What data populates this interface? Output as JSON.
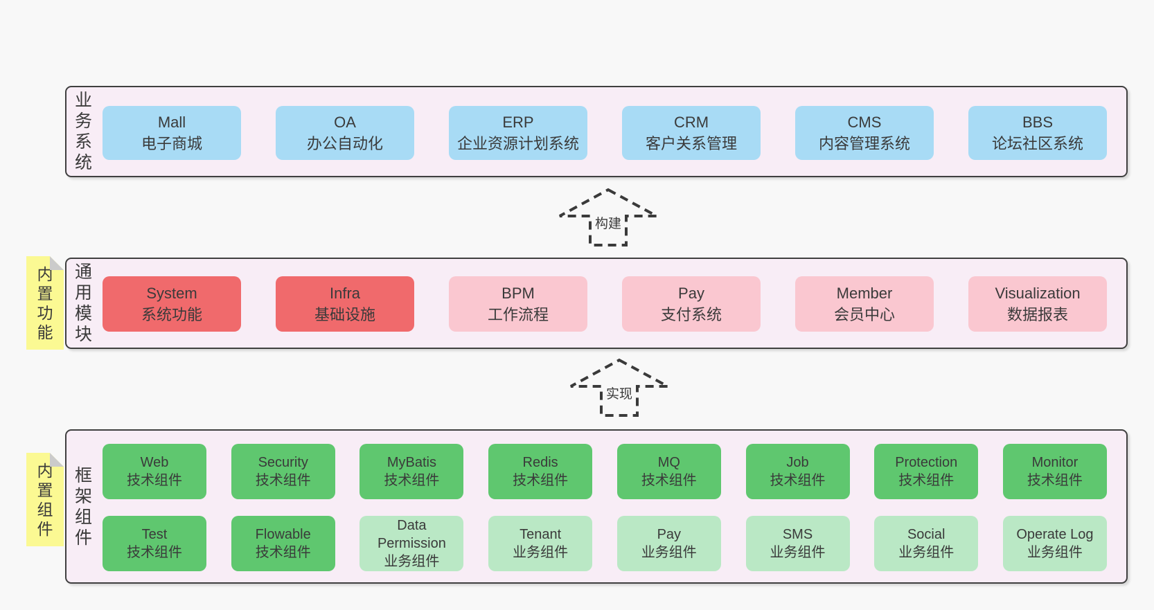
{
  "colors": {
    "page_bg": "#F8F8F8",
    "layer_bg": "#F8EDF6",
    "layer_border": "#3F3F3F",
    "text": "#3A3A3A",
    "box_blue": "#A8DBF5",
    "box_red": "#F06A6C",
    "box_pink": "#FAC7D0",
    "box_green": "#5FC76F",
    "box_green_light": "#BAE8C5",
    "note_yellow": "#FBF993",
    "note_fold": "#CBCBCB"
  },
  "layers": {
    "business": {
      "title": "业务系统",
      "boxes": [
        {
          "name": "Mall",
          "desc": "电子商城",
          "variant": "blue"
        },
        {
          "name": "OA",
          "desc": "办公自动化",
          "variant": "blue"
        },
        {
          "name": "ERP",
          "desc": "企业资源计划系统",
          "variant": "blue"
        },
        {
          "name": "CRM",
          "desc": "客户关系管理",
          "variant": "blue"
        },
        {
          "name": "CMS",
          "desc": "内容管理系统",
          "variant": "blue"
        },
        {
          "name": "BBS",
          "desc": "论坛社区系统",
          "variant": "blue"
        }
      ]
    },
    "modules": {
      "title": "通用模块",
      "note": "内置功能",
      "boxes": [
        {
          "name": "System",
          "desc": "系统功能",
          "variant": "red"
        },
        {
          "name": "Infra",
          "desc": "基础设施",
          "variant": "red"
        },
        {
          "name": "BPM",
          "desc": "工作流程",
          "variant": "pink"
        },
        {
          "name": "Pay",
          "desc": "支付系统",
          "variant": "pink"
        },
        {
          "name": "Member",
          "desc": "会员中心",
          "variant": "pink"
        },
        {
          "name": "Visualization",
          "desc": "数据报表",
          "variant": "pink"
        }
      ]
    },
    "components": {
      "title": "框架组件",
      "note": "内置组件",
      "rows": {
        "row1": [
          {
            "name": "Web",
            "desc": "技术组件",
            "variant": "green"
          },
          {
            "name": "Security",
            "desc": "技术组件",
            "variant": "green"
          },
          {
            "name": "MyBatis",
            "desc": "技术组件",
            "variant": "green"
          },
          {
            "name": "Redis",
            "desc": "技术组件",
            "variant": "green"
          },
          {
            "name": "MQ",
            "desc": "技术组件",
            "variant": "green"
          },
          {
            "name": "Job",
            "desc": "技术组件",
            "variant": "green"
          },
          {
            "name": "Protection",
            "desc": "技术组件",
            "variant": "green"
          },
          {
            "name": "Monitor",
            "desc": "技术组件",
            "variant": "green"
          }
        ],
        "row2": [
          {
            "name": "Test",
            "desc": "技术组件",
            "variant": "green"
          },
          {
            "name": "Flowable",
            "desc": "技术组件",
            "variant": "green"
          },
          {
            "name": "Data Permission",
            "desc": "业务组件",
            "variant": "green-light"
          },
          {
            "name": "Tenant",
            "desc": "业务组件",
            "variant": "green-light"
          },
          {
            "name": "Pay",
            "desc": "业务组件",
            "variant": "green-light"
          },
          {
            "name": "SMS",
            "desc": "业务组件",
            "variant": "green-light"
          },
          {
            "name": "Social",
            "desc": "业务组件",
            "variant": "green-light"
          },
          {
            "name": "Operate Log",
            "desc": "业务组件",
            "variant": "green-light"
          }
        ]
      }
    }
  },
  "arrows": {
    "build": {
      "label": "构建"
    },
    "implement": {
      "label": "实现"
    }
  }
}
